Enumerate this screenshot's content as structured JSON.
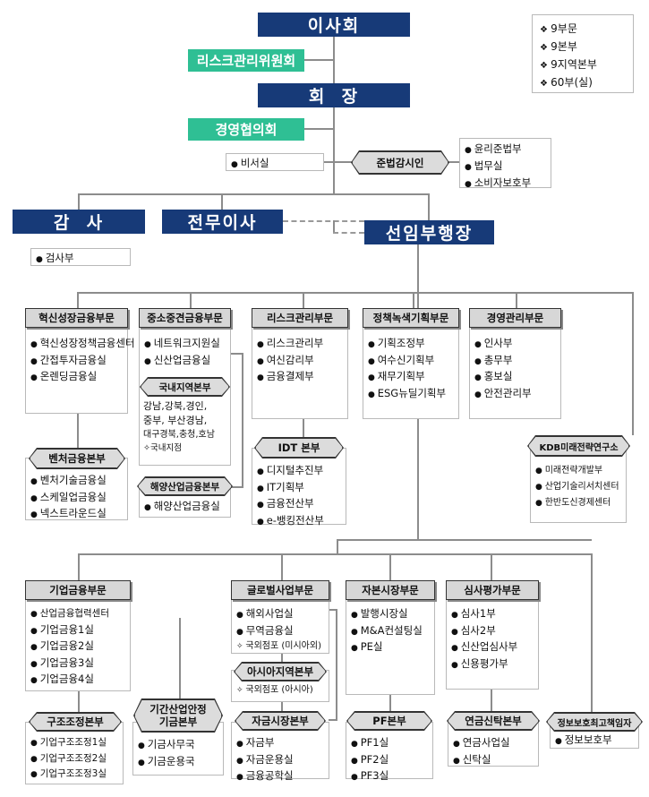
{
  "legend": [
    "9부문",
    "9본부",
    "9지역본부",
    "60부(실)"
  ],
  "top": {
    "board": "이사회",
    "risk_committee": "리스크관리위원회",
    "chairman": "회  장",
    "mgmt_council": "경영협의회",
    "secretary": "비서실",
    "compliance_officer": "준법감시인",
    "compliance_items": [
      "윤리준법부",
      "법무실",
      "소비자보호부"
    ],
    "audit": "감  사",
    "audit_items": [
      "검사부"
    ],
    "managing_director": "전무이사",
    "senior_exec": "선임부행장"
  },
  "row1": {
    "innovation": {
      "title": "혁신성장금융부문",
      "items": [
        "혁신성장정책금융센터",
        "간접투자금융실",
        "온렌딩금융실"
      ]
    },
    "venture": {
      "title": "벤처금융본부",
      "items": [
        "벤처기술금융실",
        "스케일업금융실",
        "넥스트라운드실"
      ]
    },
    "sme": {
      "title": "중소중견금융부문",
      "items": [
        "네트워크지원실",
        "신산업금융실"
      ]
    },
    "domestic_region": {
      "title": "국내지역본부",
      "lines": [
        "강남,강북,경인,",
        "중부, 부산경남,",
        "대구경북,충청,호남"
      ],
      "note": "국내지점"
    },
    "maritime": {
      "title": "해양산업금융본부",
      "items": [
        "해양산업금융실"
      ]
    },
    "risk": {
      "title": "리스크관리부문",
      "items": [
        "리스크관리부",
        "여신감리부",
        "금융결제부"
      ]
    },
    "idt": {
      "title": "IDT 본부",
      "items": [
        "디지털추진부",
        "IT기획부",
        "금융전산부",
        "e-뱅킹전산부"
      ]
    },
    "policy": {
      "title": "정책녹색기획부문",
      "items": [
        "기획조정부",
        "여수신기획부",
        "재무기획부",
        "ESG뉴딜기획부"
      ]
    },
    "management": {
      "title": "경영관리부문",
      "items": [
        "인사부",
        "총무부",
        "홍보실",
        "안전관리부"
      ]
    },
    "kdb_institute": {
      "title": "KDB미래전략연구소",
      "items": [
        "미래전략개발부",
        "산업기술리서치센터",
        "한반도신경제센터"
      ]
    }
  },
  "row2": {
    "corporate": {
      "title": "기업금융부문",
      "items": [
        "산업금융협력센터",
        "기업금융1실",
        "기업금융2실",
        "기업금융3실",
        "기업금융4실"
      ]
    },
    "restructuring": {
      "title": "구조조정본부",
      "items": [
        "기업구조조정1실",
        "기업구조조정2실",
        "기업구조조정3실"
      ]
    },
    "infra": {
      "title": "기간산업안정\n기금본부",
      "items": [
        "기금사무국",
        "기금운용국"
      ]
    },
    "global": {
      "title": "글로벌사업부문",
      "items": [
        "해외사업실",
        "무역금융실"
      ],
      "note": "국외점포 (미시아외)"
    },
    "asia": {
      "title": "아시아지역본부",
      "note": "국외점포 (아시아)"
    },
    "funding_market": {
      "title": "자금시장본부",
      "items": [
        "자금부",
        "자금운용실",
        "금융공학실"
      ]
    },
    "capital_market": {
      "title": "자본시장부문",
      "items": [
        "발행시장실",
        "M&A컨설팅실",
        "PE실"
      ]
    },
    "pf": {
      "title": "PF본부",
      "items": [
        "PF1실",
        "PF2실",
        "PF3실"
      ]
    },
    "credit_eval": {
      "title": "심사평가부문",
      "items": [
        "심사1부",
        "심사2부",
        "신산업심사부",
        "신용평가부"
      ]
    },
    "pension": {
      "title": "연금신탁본부",
      "items": [
        "연금사업실",
        "신탁실"
      ]
    },
    "info_security": {
      "title": "정보보호최고책임자",
      "items": [
        "정보보호부"
      ]
    }
  }
}
